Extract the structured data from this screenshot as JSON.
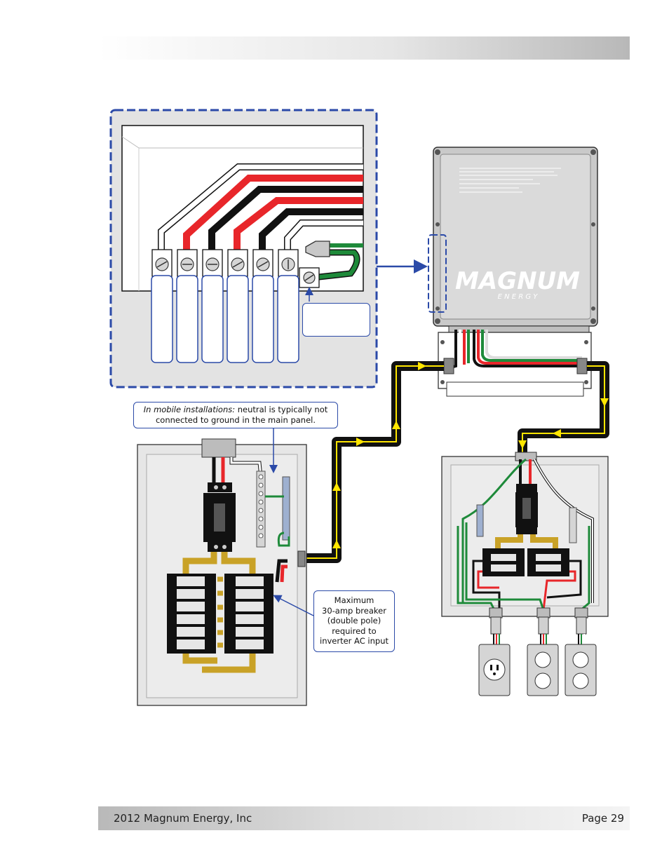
{
  "footer": {
    "left_text": "2012 Magnum Energy, Inc",
    "right_text": "Page 29"
  },
  "callouts": {
    "mobile_italic": "In mobile installations:",
    "mobile_rest": " neutral is typically not connected to ground in the main panel.",
    "breaker_line1": "Maximum",
    "breaker_line2": "30-amp breaker",
    "breaker_line3": "(double pole)",
    "breaker_line4": "required to",
    "breaker_line5": "inverter AC input"
  },
  "inverter": {
    "logo_main": "MAGNUM",
    "logo_sub": "E N E R G Y"
  },
  "colors": {
    "wire_black": "#111111",
    "wire_red": "#e8262a",
    "wire_green": "#1e8a3a",
    "wire_white": "#ffffff",
    "flow_arrow": "#ffe600",
    "callout_border": "#2b4aa8",
    "panel_gray": "#e3e3e3",
    "busbar_gold": "#c9a227"
  }
}
